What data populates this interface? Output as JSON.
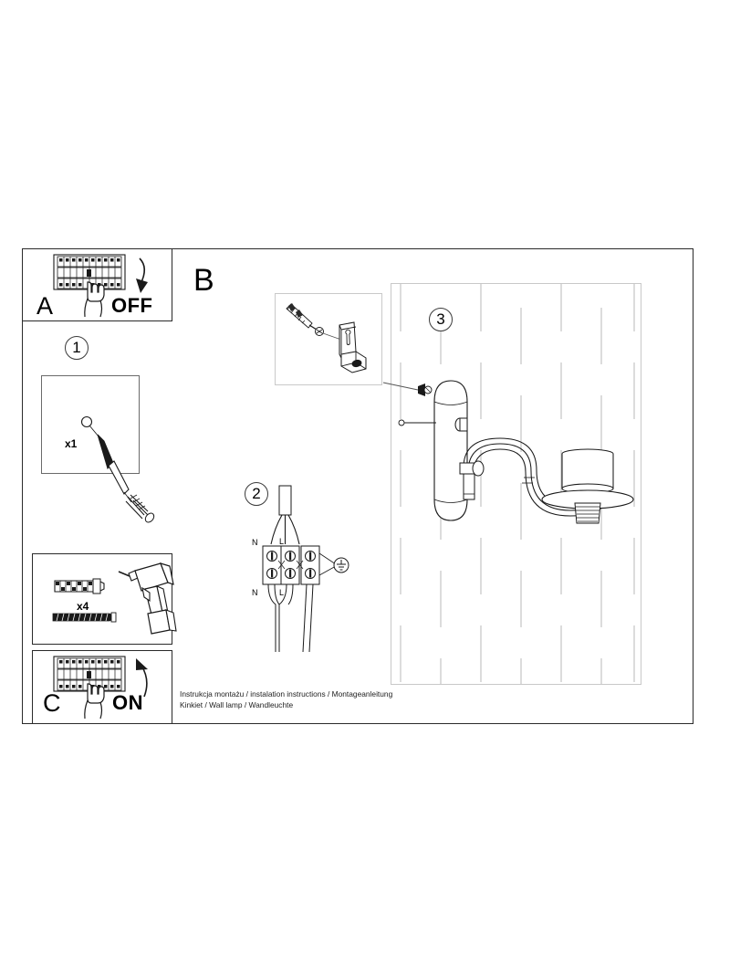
{
  "document": {
    "type": "installation-instruction-sheet",
    "caption_line_1": "Instrukcja montażu / instalation instructions / Montageanleitung",
    "caption_line_2": "Kinkiet / Wall lamp / Wandleuchte"
  },
  "sections": {
    "a": {
      "letter": "A",
      "action_label": "OFF",
      "icon": "fuse-box-icon",
      "hand": "hand-pointing-icon",
      "arrow": "arrow-down-curved-icon"
    },
    "b": {
      "letter": "B"
    },
    "c": {
      "letter": "C",
      "action_label": "ON",
      "icon": "fuse-box-icon",
      "hand": "hand-pointing-icon",
      "arrow": "arrow-up-curved-icon"
    }
  },
  "tools": [
    {
      "id": "screwdriver",
      "quantity": "x1",
      "icon": "screwdriver-icon"
    },
    {
      "id": "wall-plug-screw-drill",
      "quantity": "x4",
      "icons": [
        "wall-plug-icon",
        "screw-icon",
        "power-drill-icon"
      ]
    }
  ],
  "steps": [
    {
      "number": "1",
      "label": "1"
    },
    {
      "number": "2",
      "label": "2"
    },
    {
      "number": "3",
      "label": "3"
    }
  ],
  "wiring": {
    "terminal_labels_top": [
      "N",
      "L"
    ],
    "terminal_labels_bottom": [
      "N",
      "L"
    ],
    "earth_symbol": "earth-ground-icon"
  },
  "colors": {
    "line": "#1a1a1a",
    "frame": "#2a2a2a",
    "light_frame": "#c8c8c8",
    "wall_dash": "#b5b5b5",
    "background": "#ffffff"
  }
}
